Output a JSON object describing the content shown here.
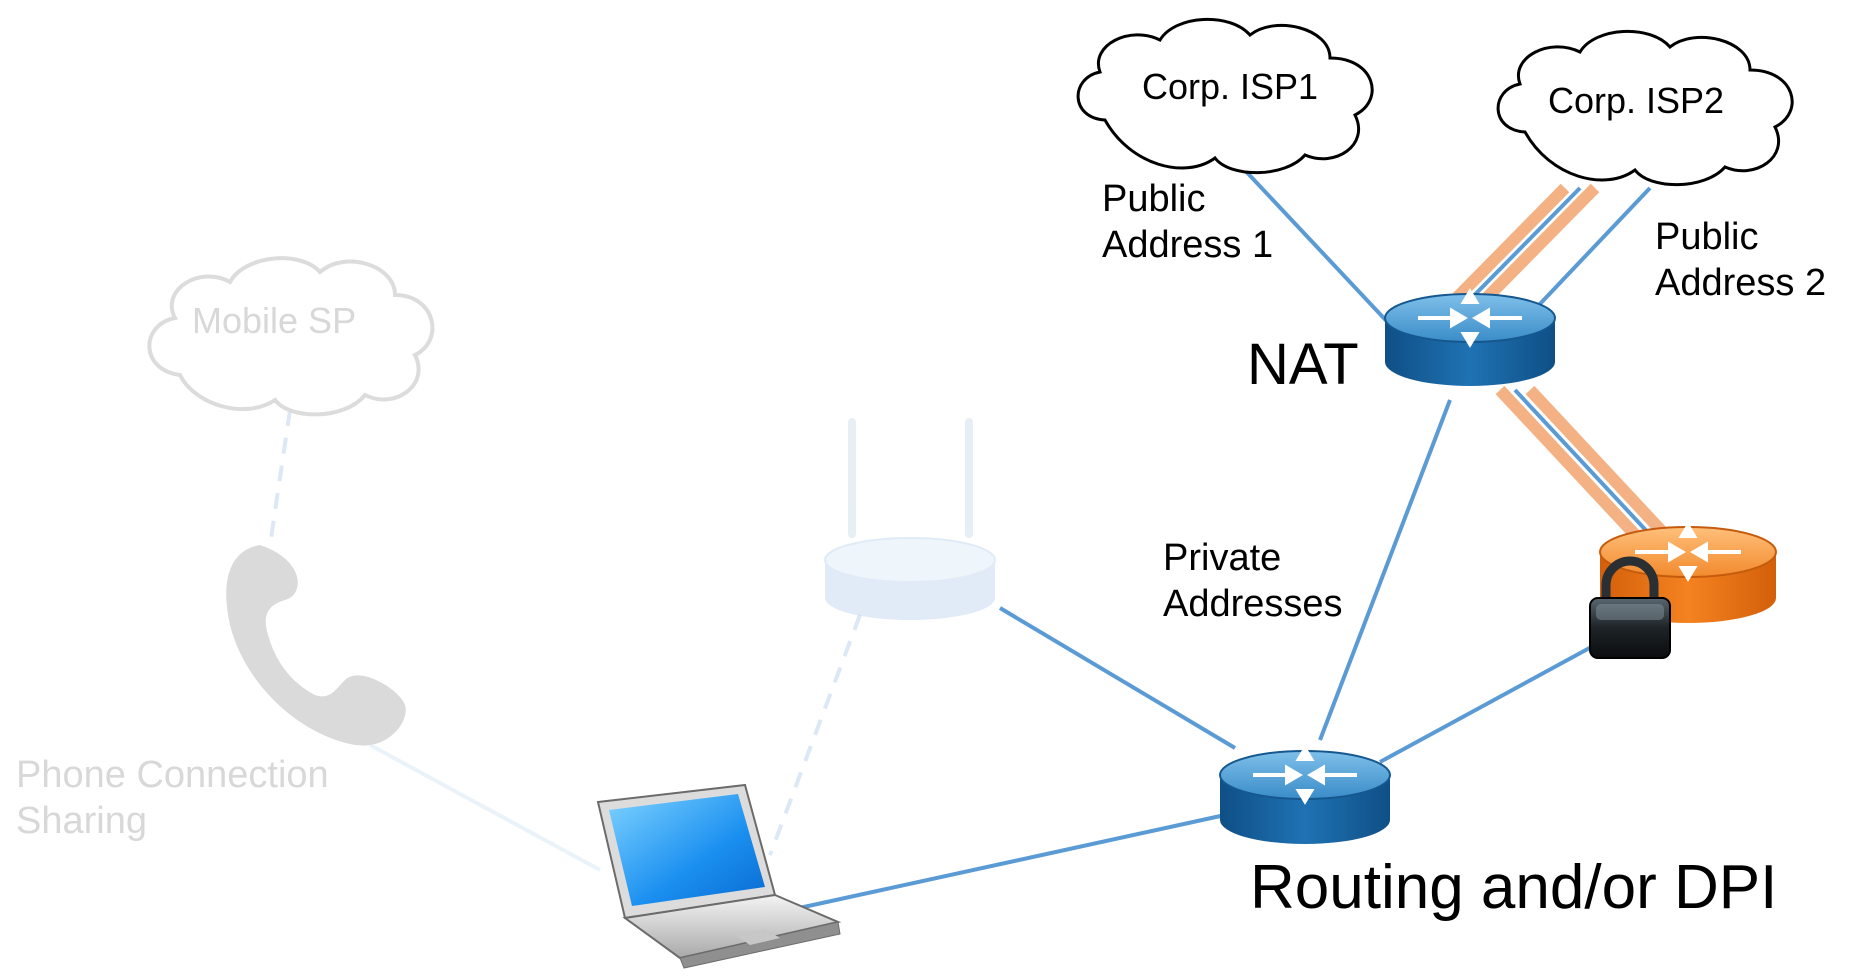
{
  "clouds": {
    "isp1": "Corp. ISP1",
    "isp2": "Corp. ISP2",
    "mobile": "Mobile SP"
  },
  "labels": {
    "public1_line1": "Public",
    "public1_line2": "Address 1",
    "public2_line1": "Public",
    "public2_line2": "Address 2",
    "nat": "NAT",
    "private_line1": "Private",
    "private_line2": "Addresses",
    "routing": "Routing and/or DPI",
    "phone_line1": "Phone Connection",
    "phone_line2": "Sharing"
  },
  "colors": {
    "link": "#5b9bd5",
    "tunnel": "#f4b183",
    "router_blue": "#1f6fae",
    "router_orange": "#ed7d31",
    "faded": "#d8d8d8"
  },
  "icons": [
    "cloud-icon",
    "router-icon",
    "vpn-router-icon",
    "lock-icon",
    "wireless-ap-icon",
    "phone-icon",
    "laptop-icon"
  ]
}
